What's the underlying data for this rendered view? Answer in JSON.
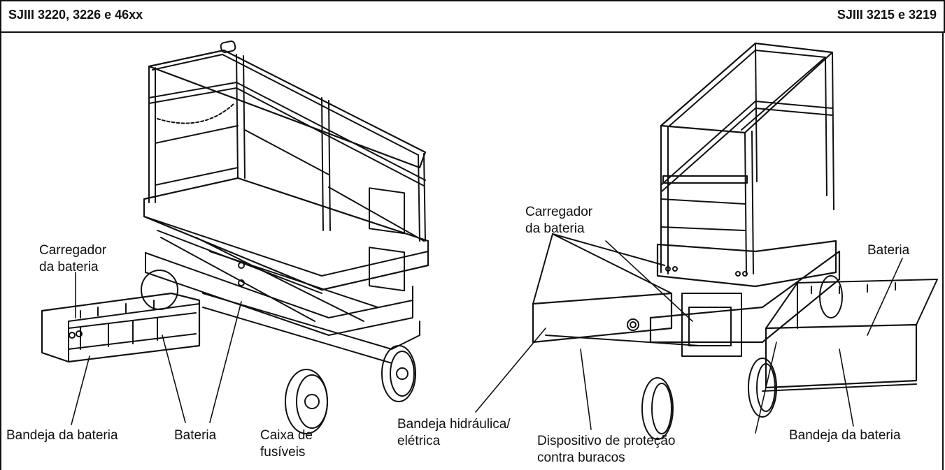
{
  "header": {
    "left_title": "SJIII 3220, 3226 e 46xx",
    "right_title": "SJIII 3215 e 3219"
  },
  "labels": {
    "left_charger_l1": "Carregador",
    "left_charger_l2": "da bateria",
    "left_tray": "Bandeja da bateria",
    "left_battery": "Bateria",
    "fuse_box_l1": "Caixa de",
    "fuse_box_l2": "fusíveis",
    "hydraulic_tray_l1": "Bandeja hidráulica/",
    "hydraulic_tray_l2": "elétrica",
    "pothole_l1": "Dispositivo de proteção",
    "pothole_l2": "contra buracos",
    "right_charger_l1": "Carregador",
    "right_charger_l2": "da bateria",
    "right_battery": "Bateria",
    "right_tray": "Bandeja da bateria"
  }
}
